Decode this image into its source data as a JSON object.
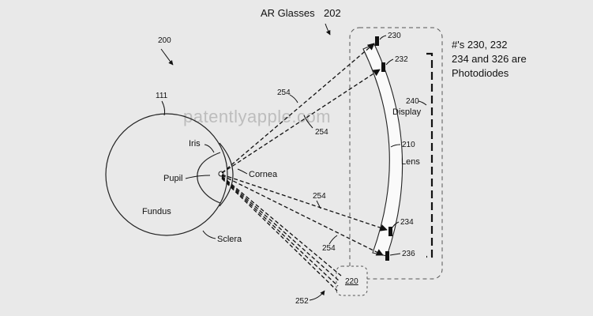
{
  "title": "AR Glasses",
  "refs": {
    "figure": "200",
    "glasses": "202",
    "eye": "111",
    "lens": "210",
    "display": "240",
    "device": "220",
    "pd230": "230",
    "pd232": "232",
    "pd234": "234",
    "pd236": "236",
    "ray_a": "254",
    "ray_b": "254",
    "ray_c": "254",
    "ray_d": "254",
    "ray_e": "252"
  },
  "labels": {
    "iris": "Iris",
    "pupil": "Pupil",
    "cornea": "Cornea",
    "fundus": "Fundus",
    "sclera": "Sclera",
    "lens": "Lens",
    "display": "Display"
  },
  "note": {
    "line1": "#'s 230, 232",
    "line2": "234 and 326 are",
    "line3": "Photodiodes"
  },
  "watermark": "patentlyapple.com"
}
